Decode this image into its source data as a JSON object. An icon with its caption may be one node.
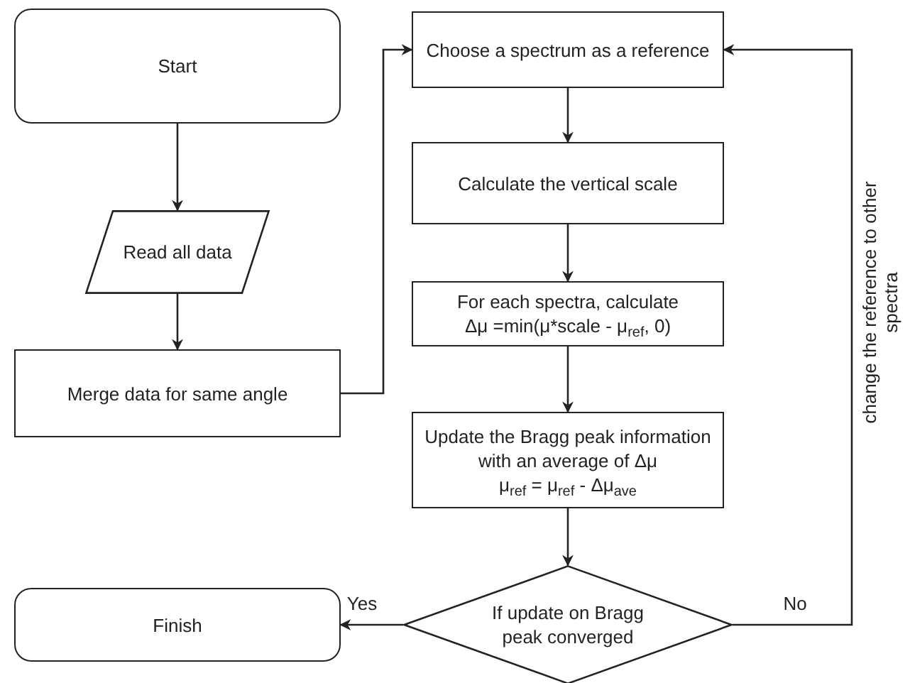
{
  "diagram": {
    "nodes": [
      {
        "text": [
          "Start"
        ]
      },
      {
        "text": [
          "Read all data"
        ]
      },
      {
        "text": [
          "Merge data for same angle"
        ]
      },
      {
        "text": [
          "Choose a spectrum as a reference"
        ]
      },
      {
        "text": [
          "Calculate the vertical scale"
        ]
      },
      {
        "text": [
          "For each spectra, calculate",
          "Δμ =min(μ*scale - μ$_{ref}$, 0)"
        ]
      },
      {
        "text": [
          "Update the Bragg peak information with an average of Δμ",
          "μ$_{ref}$ = μ$_{ref}$ - Δμ$_{ave}$"
        ]
      },
      {
        "text": [
          "If update on Bragg peak converged"
        ]
      },
      {
        "text": [
          "Finish"
        ]
      }
    ],
    "edges": [
      {
        "from": 0,
        "to": 1,
        "arrow": "to"
      },
      {
        "from": 1,
        "to": 2,
        "arrow": "to"
      },
      {
        "from": 2,
        "to": 3,
        "arrow": "to"
      },
      {
        "from": 3,
        "to": 4,
        "arrow": "to"
      },
      {
        "from": 4,
        "to": 5,
        "arrow": "to"
      },
      {
        "from": 5,
        "to": 6,
        "arrow": "to"
      },
      {
        "from": 6,
        "to": 7,
        "arrow": "to"
      },
      {
        "from": 7,
        "to": 8,
        "label": "Yes",
        "arrow": "to"
      },
      {
        "from": 7,
        "to": 3,
        "label": "No",
        "arrow": "to"
      }
    ],
    "labels": [
      "change the reference to other spectra"
    ]
  }
}
